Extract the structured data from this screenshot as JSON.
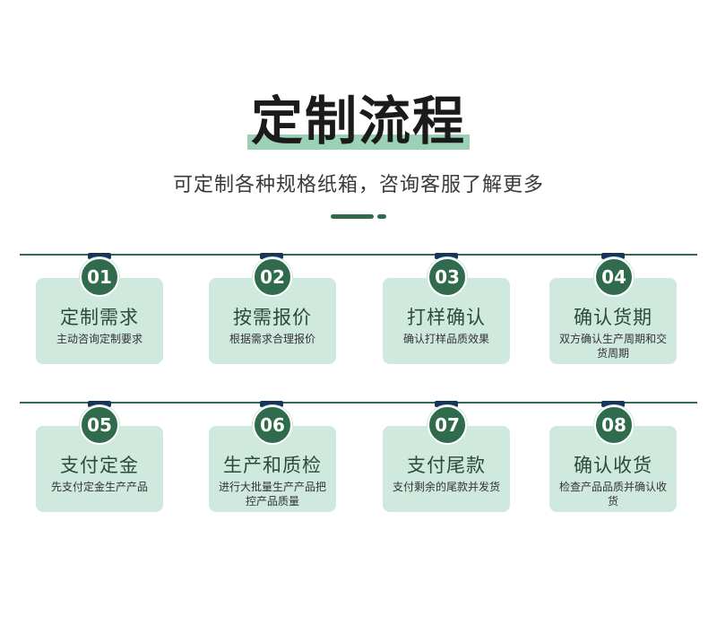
{
  "header": {
    "title": "定制流程",
    "subtitle": "可定制各种规格纸箱，咨询客服了解更多"
  },
  "steps": [
    {
      "num": "01",
      "title": "定制需求",
      "desc": "主动咨询定制要求"
    },
    {
      "num": "02",
      "title": "按需报价",
      "desc": "根据需求合理报价"
    },
    {
      "num": "03",
      "title": "打样确认",
      "desc": "确认打样品质效果"
    },
    {
      "num": "04",
      "title": "确认货期",
      "desc": "双方确认生产周期和交货周期"
    },
    {
      "num": "05",
      "title": "支付定金",
      "desc": "先支付定金生产产品"
    },
    {
      "num": "06",
      "title": "生产和质检",
      "desc": "进行大批量生产产品把控产品质量"
    },
    {
      "num": "07",
      "title": "支付尾款",
      "desc": "支付剩余的尾款并发货"
    },
    {
      "num": "08",
      "title": "确认收货",
      "desc": "检查产品品质并确认收货"
    }
  ],
  "colors": {
    "accent": "#2f6b4c",
    "card": "#cfe9df",
    "title_highlight": "#9ad1b7",
    "clip": "#17355a"
  }
}
